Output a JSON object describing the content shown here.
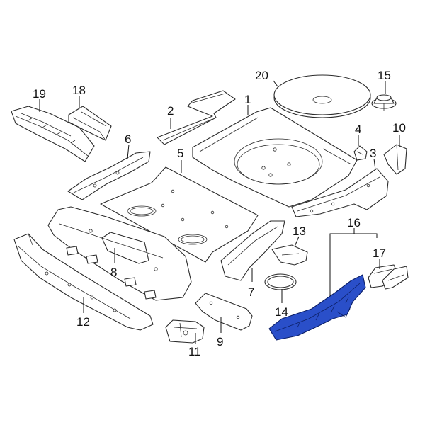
{
  "colors": {
    "outline": "#2b2b2b",
    "highlight_fill": "#2a4fc9",
    "highlight_stroke": "#0c1f66",
    "background": "#ffffff"
  },
  "highlighted_parts": [
    "16"
  ],
  "callouts": [
    {
      "id": "c1",
      "label": "1"
    },
    {
      "id": "c2",
      "label": "2"
    },
    {
      "id": "c3",
      "label": "3"
    },
    {
      "id": "c4",
      "label": "4"
    },
    {
      "id": "c5",
      "label": "5"
    },
    {
      "id": "c6",
      "label": "6"
    },
    {
      "id": "c7",
      "label": "7"
    },
    {
      "id": "c8",
      "label": "8"
    },
    {
      "id": "c9",
      "label": "9"
    },
    {
      "id": "c10",
      "label": "10"
    },
    {
      "id": "c11",
      "label": "11"
    },
    {
      "id": "c12",
      "label": "12"
    },
    {
      "id": "c13",
      "label": "13"
    },
    {
      "id": "c14",
      "label": "14"
    },
    {
      "id": "c15",
      "label": "15"
    },
    {
      "id": "c16",
      "label": "16"
    },
    {
      "id": "c17",
      "label": "17"
    },
    {
      "id": "c18",
      "label": "18"
    },
    {
      "id": "c19",
      "label": "19"
    },
    {
      "id": "c20",
      "label": "20"
    }
  ]
}
